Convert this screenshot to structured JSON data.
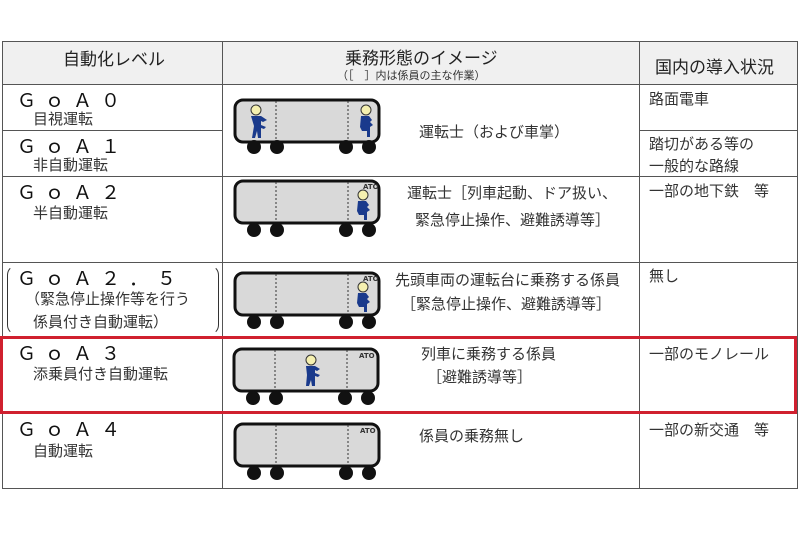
{
  "header": {
    "col_level": "自動化レベル",
    "col_image": "乗務形態のイメージ",
    "col_image_note": "（［　］内は係員の主な作業）",
    "col_status": "国内の導入状況"
  },
  "rows": [
    {
      "goa": "ＧｏＡ０",
      "level_name": "目視運転",
      "status": "路面電車"
    },
    {
      "goa": "ＧｏＡ１",
      "level_name": "非自動運転",
      "status_line1": "踏切がある等の",
      "status_line2": "一般的な路線"
    },
    {
      "goa": "ＧｏＡ２",
      "level_name": "半自動運転",
      "desc_line1": "運転士［列車起動、ドア扱い、",
      "desc_line2": "緊急停止操作、避難誘導等］",
      "status": "一部の地下鉄　等"
    },
    {
      "goa": "ＧｏＡ２．５",
      "level_line1": "（緊急停止操作等を行う",
      "level_line2": "係員付き自動運転）",
      "desc_line1": "先頭車両の運転台に乗務する係員",
      "desc_line2": "［緊急停止操作、避難誘導等］",
      "status": "無し"
    },
    {
      "goa": "ＧｏＡ３",
      "level_name": "添乗員付き自動運転",
      "desc_line1": "列車に乗務する係員",
      "desc_line2": "［避難誘導等］",
      "status": "一部のモノレール",
      "highlighted": true
    },
    {
      "goa": "ＧｏＡ４",
      "level_name": "自動運転",
      "desc_line1": "係員の乗務無し",
      "status": "一部の新交通　等"
    }
  ],
  "goa01_desc": "運転士（および車掌）",
  "ato_label": "ATO",
  "colors": {
    "highlight": "#d0202f",
    "train_body": "#d9d9d9",
    "crew_figure": "#1a3a8c",
    "crew_head": "#f5f0b0",
    "header_bg": "#f0f0f0"
  }
}
